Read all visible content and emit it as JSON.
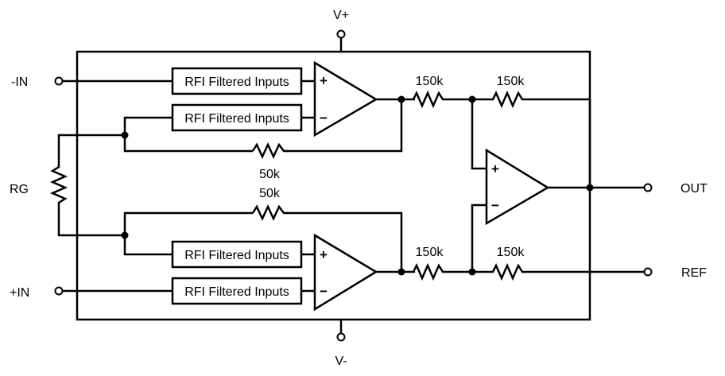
{
  "diagram": {
    "title": "Instrumentation Amplifier Functional Block Diagram",
    "pins": {
      "v_plus": "V+",
      "v_minus": "V-",
      "in_minus": "-IN",
      "in_plus": "+IN",
      "rg": "RG",
      "out": "OUT",
      "ref": "REF"
    },
    "filters": {
      "top_plus": "RFI Filtered Inputs",
      "top_minus": "RFI Filtered Inputs",
      "bottom_plus": "RFI Filtered Inputs",
      "bottom_minus": "RFI Filtered Inputs"
    },
    "resistors": {
      "top_feedback": "50k",
      "bottom_feedback": "50k",
      "top_diff_in": "150k",
      "top_diff_fb": "150k",
      "bottom_diff_in": "150k",
      "bottom_diff_ref": "150k"
    },
    "opamp_signs": {
      "plus": "+",
      "minus": "−"
    }
  }
}
